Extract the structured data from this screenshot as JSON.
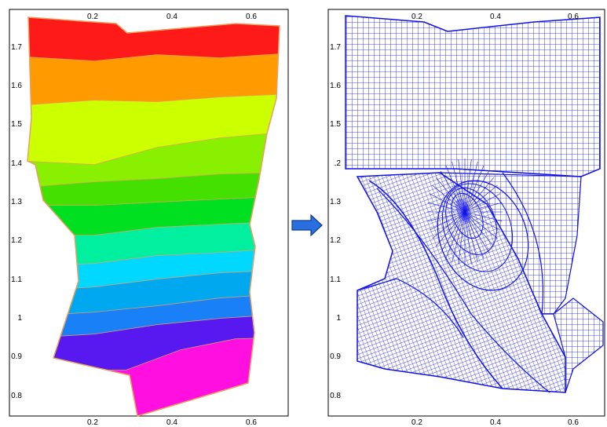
{
  "left_plot": {
    "x_ticks": [
      "0.2",
      "0.4",
      "0.6"
    ],
    "y_ticks": [
      "0.8",
      "0.9",
      "1",
      "1.1",
      "1.2",
      "1.3",
      "1.4",
      "1.5",
      "1.6",
      "1.7"
    ],
    "band_colors": [
      "#ff1a1a",
      "#ff9a00",
      "#ccff00",
      "#88f000",
      "#44e000",
      "#00e020",
      "#00f0a0",
      "#00d8ff",
      "#00a8f0",
      "#1a80f8",
      "#5818f0",
      "#ff10e0"
    ],
    "boundary_color": "#e8a060"
  },
  "arrow": {
    "color": "#2a6fe0",
    "icon": "right-arrow-icon"
  },
  "right_plot": {
    "x_ticks": [
      "0.2",
      "0.4",
      "0.6"
    ],
    "y_ticks": [
      "0.8",
      "0.9",
      "1",
      "1.1",
      "1.2",
      "1.3",
      ".2",
      "1.5",
      "1.6",
      "1.7"
    ],
    "mesh_color": "#1010e8"
  }
}
